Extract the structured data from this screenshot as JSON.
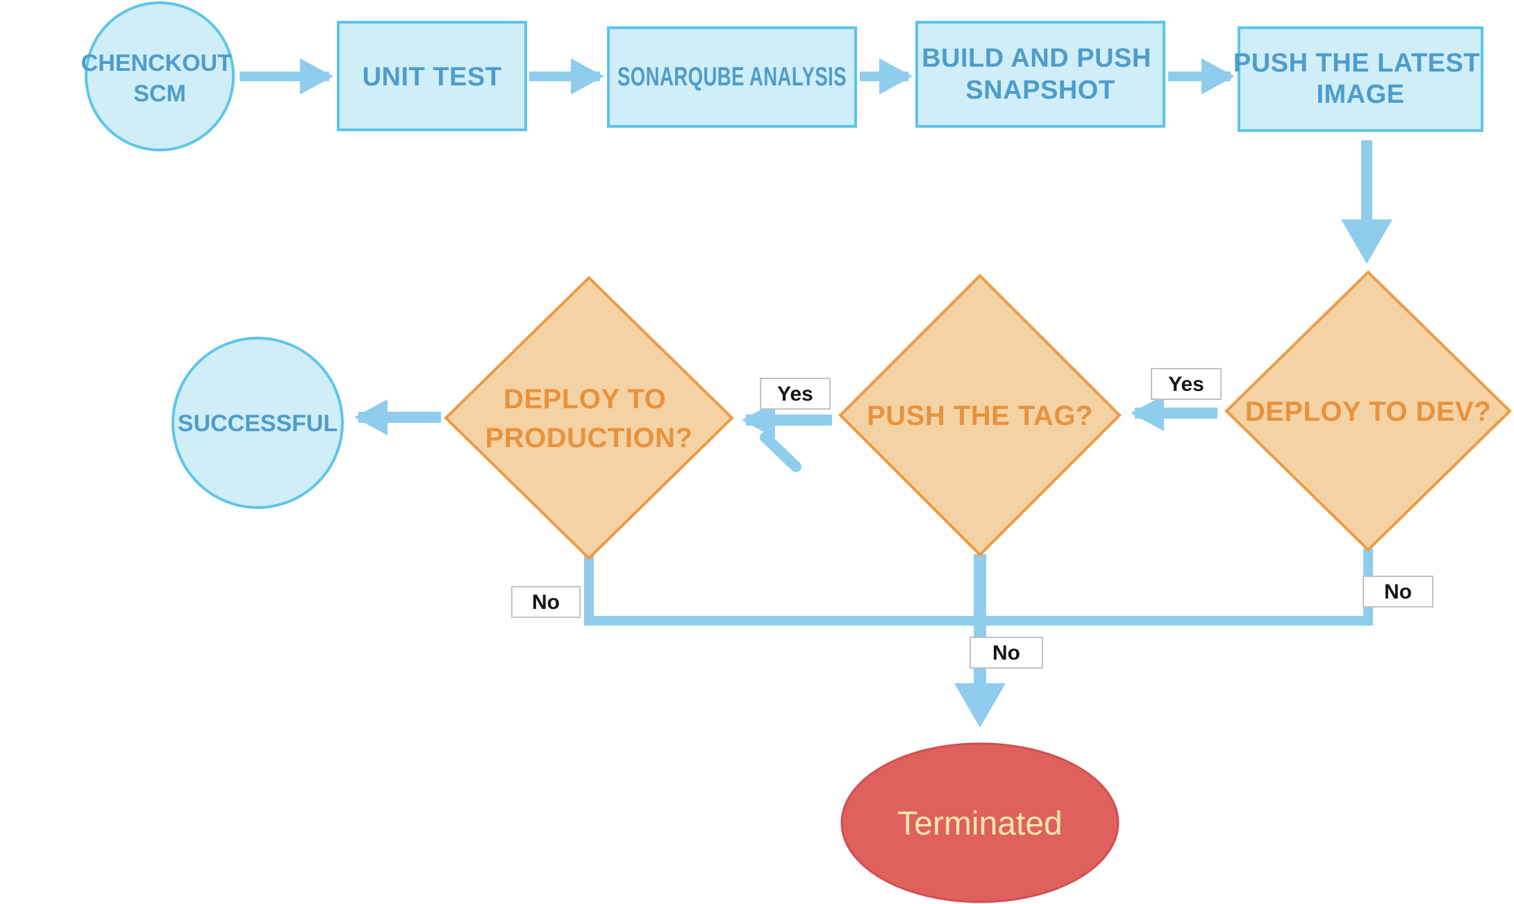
{
  "diagram_type": "flowchart",
  "colors": {
    "process_fill": "#cfeef8",
    "process_stroke": "#5ec5e9",
    "process_text": "#4e9ccb",
    "decision_fill": "#f5d2a3",
    "decision_stroke": "#ec9a43",
    "decision_text": "#e8923d",
    "arrow": "#8fccee",
    "terminal_fill": "#e0605e",
    "terminal_stroke": "#d14f51",
    "terminal_text": "#f8e9ab",
    "edge_label_text": "#151515",
    "edge_label_fill": "#ffffff",
    "edge_label_border": "#c2c2c2",
    "background": "#ffffff"
  },
  "nodes": {
    "checkout_scm": {
      "type": "start-circle",
      "line1": "CHENCKOUT",
      "line2": "SCM"
    },
    "unit_test": {
      "type": "process",
      "label": "UNIT TEST"
    },
    "sonarqube_analysis": {
      "type": "process",
      "label": "SONARQUBE ANALYSIS"
    },
    "build_and_push_snapshot": {
      "type": "process",
      "line1": "BUILD AND PUSH",
      "line2": "SNAPSHOT"
    },
    "push_the_latest_image": {
      "type": "process",
      "line1": "PUSH THE LATEST",
      "line2": "IMAGE"
    },
    "deploy_to_dev": {
      "type": "decision",
      "label": "DEPLOY TO DEV?"
    },
    "push_the_tag": {
      "type": "decision",
      "label": "PUSH THE TAG?"
    },
    "deploy_to_production": {
      "type": "decision",
      "line1": "DEPLOY TO",
      "line2": "PRODUCTION?"
    },
    "successful": {
      "type": "end-circle",
      "label": "SUCCESSFUL"
    },
    "terminated": {
      "type": "end-ellipse",
      "label": "Terminated"
    }
  },
  "edge_labels": {
    "yes_dev_to_tag": "Yes",
    "yes_tag_to_production": "Yes",
    "no_production": "No",
    "no_dev": "No",
    "no_tag": "No"
  }
}
